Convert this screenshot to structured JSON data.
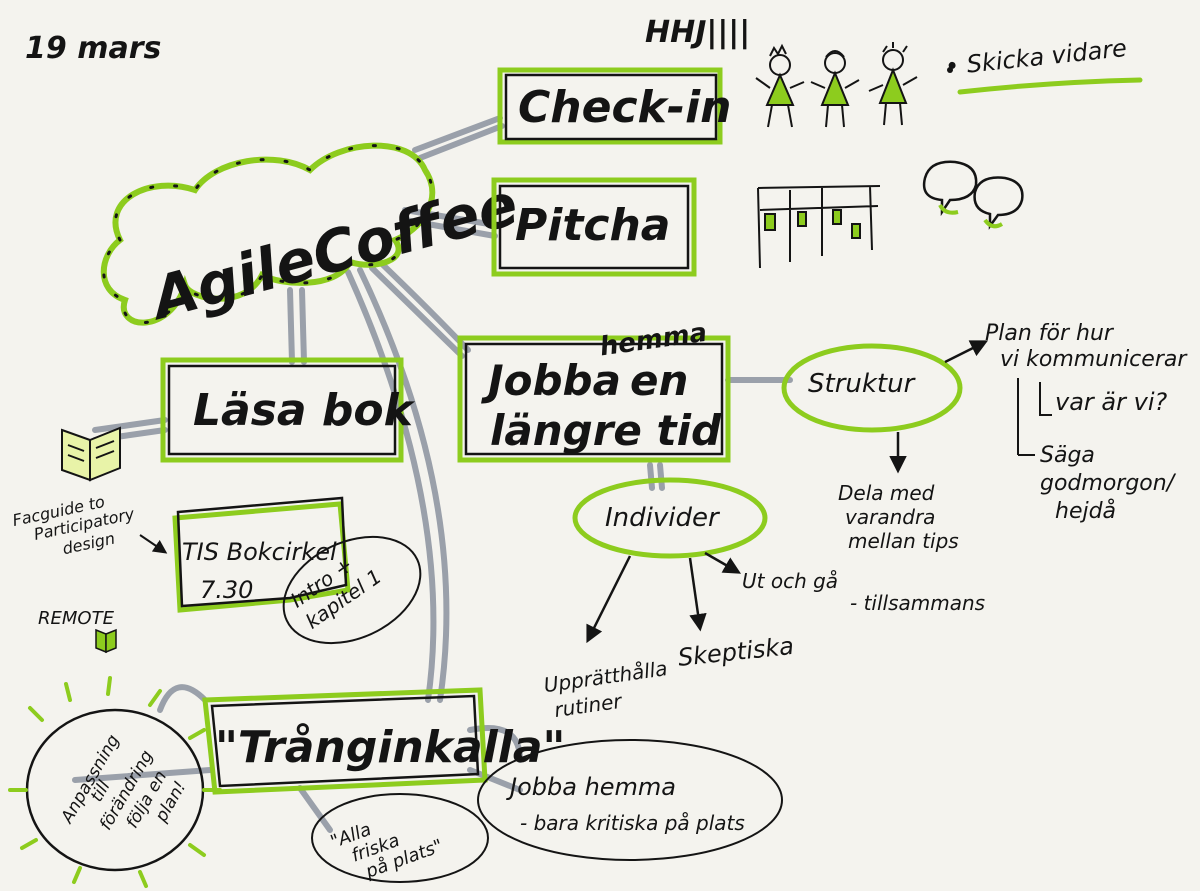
{
  "date": "19 mars",
  "tally": "HHJ||||",
  "center": "AgileCoffee",
  "nodes": {
    "checkin": "Check-in",
    "pitcha": "Pitcha",
    "lasabok": "Läsa bok",
    "jobba_line1": "Jobba",
    "jobba_insert": "hemma",
    "jobba_line1_end": "en",
    "jobba_line2": "längre tid",
    "tranginkalla": "\"Trånginkalla\""
  },
  "checkin_note": "• Skicka vidare",
  "book": {
    "label_line1": "Facguide to",
    "label_line2": "Participatory",
    "label_line3": "design",
    "circle_title": "TIS Bokcirkel",
    "circle_time": "7.30",
    "bubble_line1": "Intro +",
    "bubble_line2": "kapitel 1",
    "remote": "REMOTE"
  },
  "struktur": {
    "label": "Struktur",
    "plan_line1": "Plan för hur",
    "plan_line2": "vi kommunicerar",
    "var": "var är vi?",
    "saga_line1": "Säga",
    "saga_line2": "godmorgon/",
    "saga_line3": "hejdå",
    "dela_line1": "Dela med",
    "dela_line2": "varandra",
    "dela_line3": "mellan tips"
  },
  "individer": {
    "label": "Individer",
    "upp_line1": "Upprätthålla",
    "upp_line2": "rutiner",
    "skeptiska": "Skeptiska",
    "ut_line1": "Ut och gå",
    "ut_line2": "- tillsammans"
  },
  "tranginkalla_notes": {
    "anp_line1": "Anpassning",
    "anp_line2": "till",
    "anp_line3": "förändring",
    "anp_line4": "följa en",
    "anp_line5": "plan!",
    "alla_line1": "\"Alla",
    "alla_line2": "friska",
    "alla_line3": "på plats\"",
    "jobba_line1": "Jobba hemma",
    "jobba_line2": "- bara kritiska på plats"
  },
  "colors": {
    "green": "#8dcc1e",
    "ink": "#141414",
    "gray": "#9aa0aa",
    "paper": "#f4f3ee"
  }
}
